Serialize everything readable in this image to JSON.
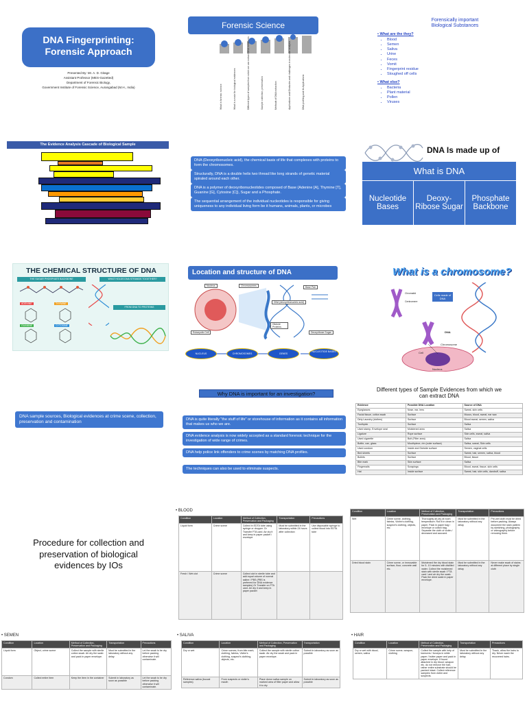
{
  "slide1": {
    "title_line1": "DNA Fingerprinting:",
    "title_line2": "Forensic Approach",
    "presenter_lines": [
      "Presented By: Mr. A. D. Gitage",
      "Assistant Professor (MES-Gazetted)",
      "Department of Forensic Biology,",
      "Government Institute of Forensic Science, Aurangabad (M.H., India)"
    ]
  },
  "slide2": {
    "title": "Forensic Science",
    "topics": [
      "What is forensic science",
      "What is a main for biological evidences",
      "Different types of samples from which we can extract DNA evidences",
      "Sample collection, preservation",
      "Methods of DNA extraction",
      "Applications and Obstacles and challenges in molecular analysis",
      "DNA profiling and its Applications"
    ]
  },
  "slide3": {
    "title_line1": "Forensically important",
    "title_line2": "Biological Substances",
    "q1": "What are the they?",
    "list1": [
      "Blood",
      "Semen",
      "Saliva",
      "Urine",
      "Feces",
      "Vomit",
      "Fingerprint residue",
      "Sloughed off cells"
    ],
    "q2": "What else?",
    "list2": [
      "Bacteria",
      "Plant material",
      "Pollen",
      "Viruses"
    ]
  },
  "slide4": {
    "title": "The Evidence Analysis Cascade of Biological Sample"
  },
  "slide5": {
    "paras": [
      "DNA (Deoxyribonucleic acid), the chemical basis of life that complexes with proteins to form the chromosomes.",
      "Structurally, DNA is a double helix two thread like long strands of genetic material spiraled around each other.",
      "DNA is a polymer of deoxyribonucleotides composed of Base (Adenine [A], Thymine [T], Guanine [G], Cytosine [C]), Sugar and a Phosphate.",
      "The sequential arrangement of the individual nucleotides is responsible for giving uniqueness to any individual living form be it humans, animals, plants, or microbes"
    ]
  },
  "slide6": {
    "title": "DNA Is made up of",
    "subtitle": "What is DNA",
    "cells": [
      "Nucleotide Bases",
      "Deoxy-Ribose Sugar",
      "Phosphate Backbone"
    ]
  },
  "slide7": {
    "title": "THE CHEMICAL STRUCTURE OF DNA",
    "left_header": "THE SUGAR PHOSPHATE BACKBONE",
    "right_header": "WHAT HOLDS DNA STRANDS TOGETHER?",
    "bases": [
      "ADENINE",
      "THYMINE",
      "GUANINE",
      "CYTOSINE"
    ],
    "mid_header": "FROM DNA TO PROTEINS"
  },
  "slide8": {
    "title": "Location and structure of DNA",
    "labels": [
      "Nucleus",
      "Chromosomes",
      "Base Pair",
      "Eukaryotic Cell",
      "DNA (deoxyribonucleic acid)",
      "Histone Proteins",
      "Deoxyribose Sugar"
    ],
    "flow": [
      "NUCLEUS",
      "CHROMOSOMES",
      "GENES",
      "NUCLEOTIDE BASES"
    ]
  },
  "slide9": {
    "title": "What is a chromosome?",
    "labels": [
      "Chromatid",
      "Centromere",
      "Cells made of DNA",
      "DNA",
      "Chromosome",
      "Cell",
      "Nucleus"
    ]
  },
  "slide10": {
    "text": "DNA sample sources, Biological evidences at crime scene, collection, preservation and contamination"
  },
  "slide11": {
    "title": "Why DNA is important for an investigation?",
    "paras": [
      "DNA is quite literally \"the stuff of life\" or storehouse of information as it contains all information that makes us who we are.",
      "DNA evidence analysis is now widely accepted as a standard forensic technique for the investigation of wide range of crimes.",
      "DNA help police link offenders to crime scenes by matching DNA profiles.",
      "The techniques can also be used to eliminate suspects."
    ]
  },
  "slide12": {
    "title_line1": "Different types of Sample Evidences from which we",
    "title_line2": "can extract DNA",
    "headers": [
      "Evidence",
      "Possible DNA Location",
      "Source of DNA"
    ],
    "rows": [
      [
        "Eyeglasses",
        "Nose, ear, lens",
        "Sweat, skin cells"
      ],
      [
        "Facial tissue, cotton swab",
        "Surface",
        "Mucus, blood, sweat, ear wax"
      ],
      [
        "Dirty Laundry (clothes)",
        "Surface",
        "Blood sweat, semen, saliva"
      ],
      [
        "Toothpick",
        "Surface",
        "Saliva"
      ],
      [
        "Used stamp, Envelope seal",
        "Moistened area",
        "Saliva"
      ],
      [
        "Ligature",
        "Rope surface",
        "Skin cells, sweat, saliva"
      ],
      [
        "Used cigarette",
        "Butt (Filter area)",
        "Saliva"
      ],
      [
        "Bottle, can, glass",
        "Mouthpiece, rim (outer surface)",
        "Saliva, sweat, Skin cells"
      ],
      [
        "Used condom",
        "Inside and Outside surface",
        "Semen, vaginal cells"
      ],
      [
        "Bed sheets",
        "Surface",
        "Sweat, hair, semen, saliva, blood"
      ],
      [
        "Bullets",
        "Surface",
        "Blood, tissue"
      ],
      [
        "Bite mark",
        "Skin surface",
        "Saliva"
      ],
      [
        "Fingernails",
        "Scrapings",
        "Blood, sweat, tissue, skin cells"
      ],
      [
        "Hat",
        "Inside surface",
        "Sweat, hair, skin cells, dandruff, saliva"
      ]
    ]
  },
  "slide13": {
    "text_line1": "Procedure for collection and",
    "text_line2": "preservation of biological",
    "text_line3": "evidences by IOs"
  },
  "slide14": {
    "bullet": "BLOOD",
    "headers": [
      "Condition",
      "Location",
      "Method of Collection, Preservation and Packaging",
      "Transportation",
      "Precautions"
    ],
    "rows": [
      [
        "Liquid form",
        "Crime scene",
        "Collect in EDTA tube using syringe or dropper. Or Transfer FTA card. Air dry it and keep in paper packet / envelope",
        "Must be submitted in the laboratory within 24 hours after collection",
        "Use disposable syringe to collect blood into EDTA tube"
      ],
      [
        "Fresh / Wet clot",
        "Crime scene",
        "Collect clot in sterile tube and add equal volume of normal saline / PBS (PBS is preferred for DNA evidence samples) Or Transfer on FTA card. Air dry it and keep in paper packet",
        "",
        ""
      ]
    ]
  },
  "slide15": {
    "headers": [
      "Condition",
      "Location",
      "Method of Collection, Preservation and Packaging",
      "Transportation",
      "Precautions"
    ],
    "rows": [
      [
        "Wet",
        "Crime scene, clothing, fabrics, Victim's clothing, suspect's clothing, objects, etc.",
        "Thoroughly air-dry at room temperature. Roll it in clean in paper. Pack in paper bag / envelope or cotton bag. Separate the cloth of victim / deceased and accused.",
        "Must be submitted in the laboratory without any delay",
        "Pre-wet cloth must be dried before packing. Always document the stain pattern by sketching, photography or videography before removing them."
      ],
      [
        "Dried blood stain",
        "Crime scene, or immovable surface, floor, concrete wall etc.",
        "Moistened the dry blood stain for 5- 10 minutes with distilled water. Collect the moistened stain with sterile swab / FTA card / and air dry the swab. Pack the dried swab in paper envelope.",
        "Must be submitted in the laboratory without any delay",
        "Never make swab of stains at different place by single cloth"
      ]
    ]
  },
  "slide16": {
    "bullet": "SEMEN",
    "headers": [
      "Condition",
      "Location",
      "Method of Collection, Preservation and Packaging",
      "Transportation",
      "Precautions"
    ],
    "rows": [
      [
        "Liquid form",
        "Object, crime scene",
        "Collect the sample with sterile cotton swab. Air dry the swab and pack in paper envelope.",
        "Must be submitted in the laboratory without any delay",
        "Let the swab to be dry before packing otherwise it will contaminate."
      ],
      [
        "Condom",
        "Collect entire item",
        "Keep the item in the container",
        "Submit in laboratory as soon as possible",
        "Let the swab to be dry before packing otherwise it will contaminate."
      ]
    ]
  },
  "slide17": {
    "bullet": "SALIVA",
    "headers": [
      "Condition",
      "Location",
      "Method of Collection, Preservation and Packaging",
      "Transportation"
    ],
    "rows": [
      [
        "Dry or wet",
        "Crime scenes, from bite mark, clothing, fabrics, Victim's clothing, suspect's clothing, objects, etc.",
        "Collect the sample with sterile cotton swab. Air dry the swab and pack in paper envelope.",
        "Submit in laboratory as soon as possible"
      ],
      [
        "Reference saliva (buccal samples)",
        "From suspects or victim's mouth",
        "Place donor saliva sample on marked area of filter paper and allow it to dry",
        "Submit in laboratory as soon as possible"
      ]
    ]
  },
  "slide18": {
    "bullet": "HAIR",
    "headers": [
      "Condition",
      "Location",
      "Method of Collection, Preservation and Packaging",
      "Transportation",
      "Precautions"
    ],
    "rows": [
      [
        "Dry or wet with blood, semen, saliva",
        "Crime scene, weapon, clothing",
        "Collect the sample with help of tweezers / forceps in white paper / butter paper and pack in paper envelope. If found attached in dry blood, weapon etc. do not remove the hair, rather entire substrate should be packed intact. Collect reference samples from victim and suspects.",
        "Must be submitted in the laboratory without any delay",
        "Thank, allow the hairs to dry. Never wash the recovered hairs."
      ]
    ]
  }
}
